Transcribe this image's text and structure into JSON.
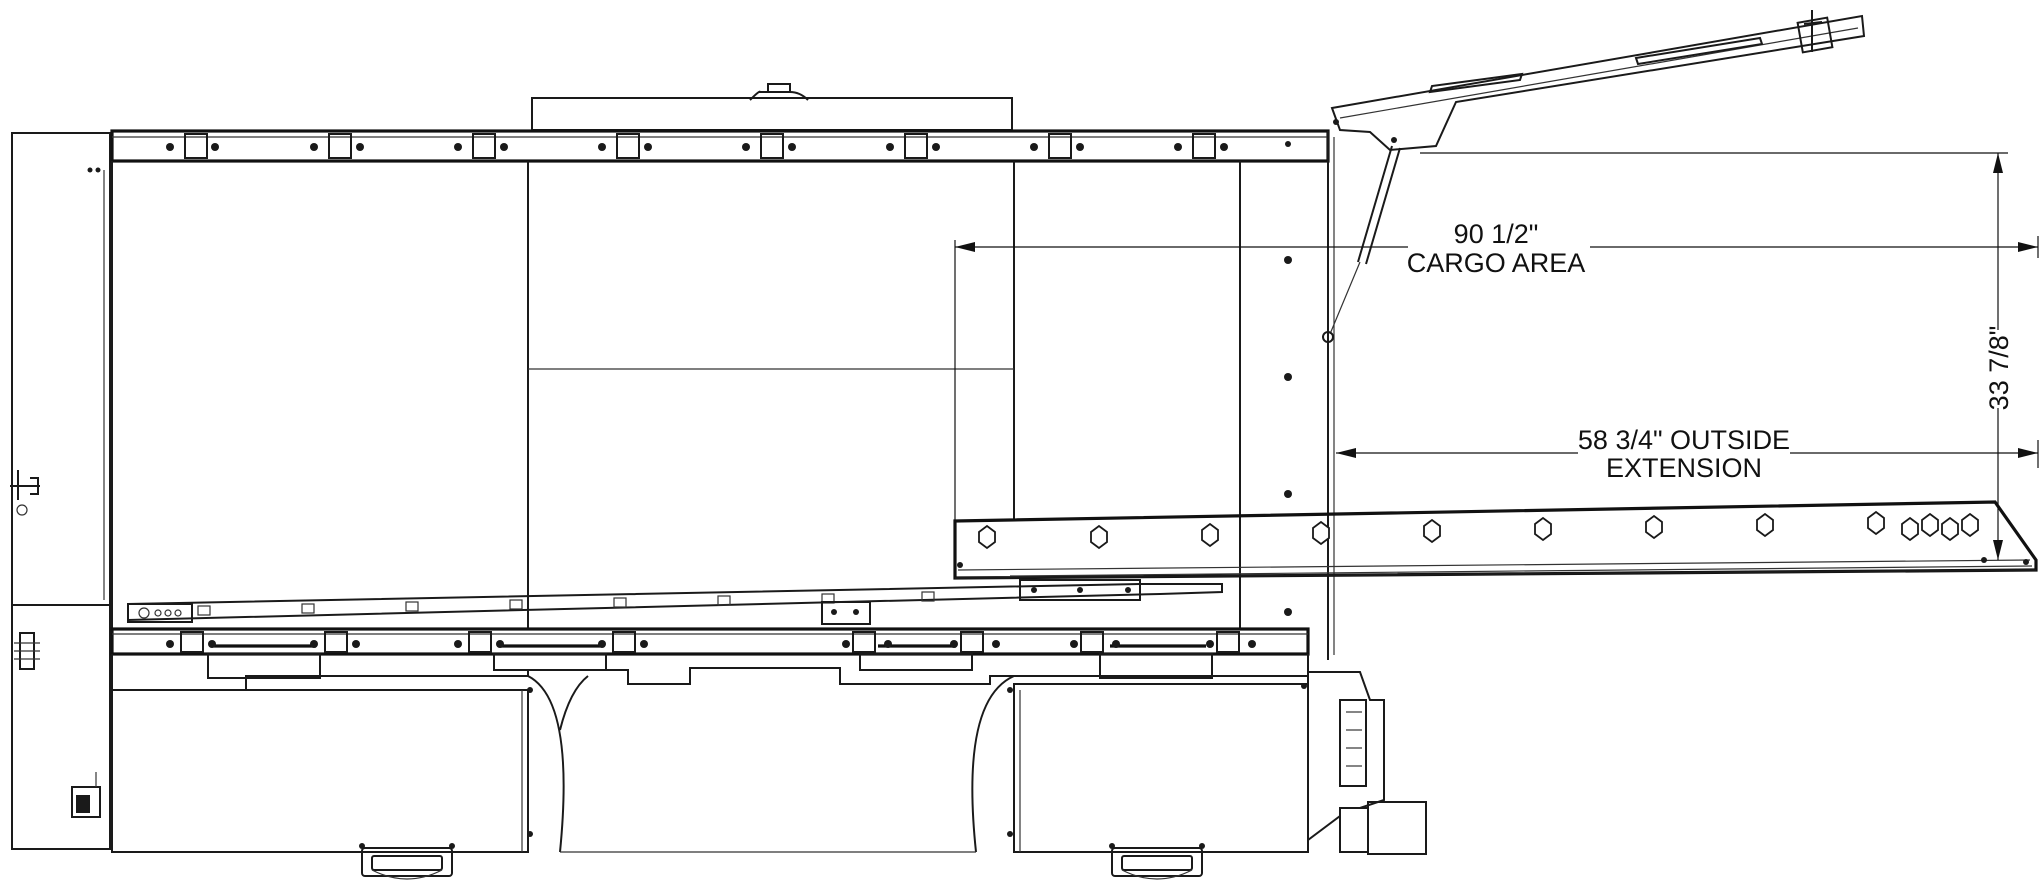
{
  "dimensions": {
    "cargo_area": {
      "value": "90 1/2\"",
      "label": "CARGO AREA"
    },
    "height": {
      "value": "33 7/8\""
    },
    "outside_extension": {
      "value": "58 3/4\" OUTSIDE",
      "label": "EXTENSION"
    }
  },
  "colors": {
    "line": "#1a1a1a",
    "background": "#ffffff"
  }
}
